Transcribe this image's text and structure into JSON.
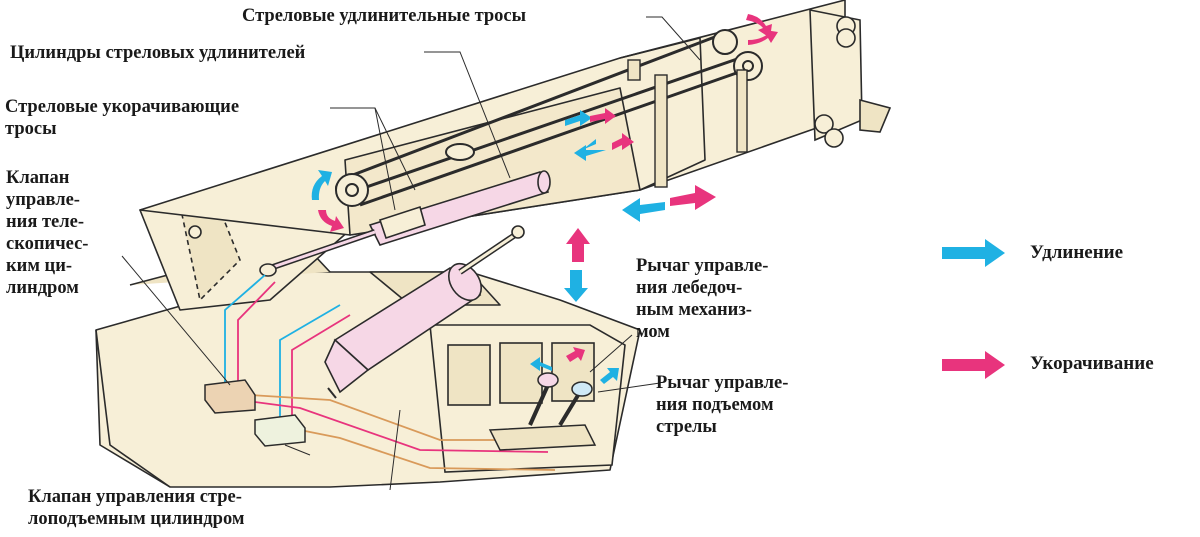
{
  "labels": {
    "extension_cables": "Стреловые удлинительные тросы",
    "extension_cylinders": "Цилиндры стреловых удлинителей",
    "retraction_cables": [
      "Стреловые укорачивающие",
      "тросы"
    ],
    "telescopic_valve": [
      "Клапан",
      "управле-",
      "ния теле-",
      "скопичес-",
      "ким ци-",
      "линдром"
    ],
    "winch_lever": [
      "Рычаг управле-",
      "ния лебедоч-",
      "ным механиз-",
      "мом"
    ],
    "boom_lift_lever": [
      "Рычаг управле-",
      "ния подъемом",
      "стрелы"
    ],
    "lift_cylinder_valve": [
      "Клапан управления стре-",
      "лоподъемным цилиндром"
    ]
  },
  "legend": {
    "extension": "Удлинение",
    "retraction": "Укорачивание"
  },
  "colors": {
    "extension": "#1fb1e3",
    "retraction": "#e8347d",
    "body": "#f7efd7",
    "outline": "#2b2b2b",
    "cylinder": "#f6d7e6",
    "hydraulic_line": "#d99a5a"
  }
}
